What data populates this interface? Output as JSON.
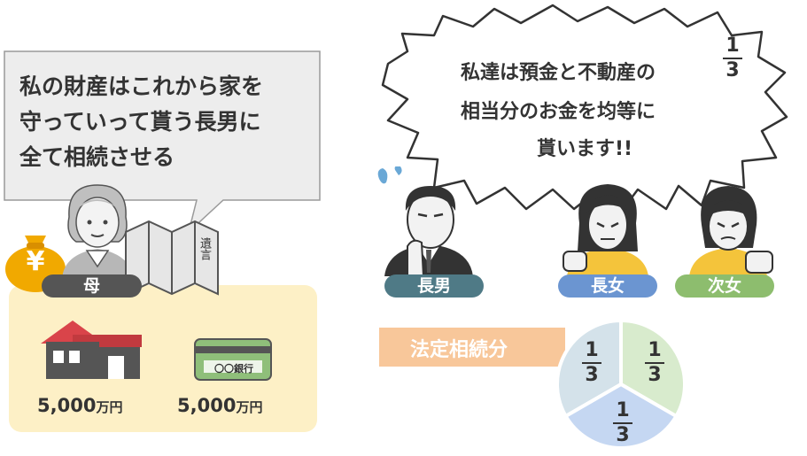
{
  "mother": {
    "speech": [
      "私の財産はこれから家を",
      "守っていって貰う長男に",
      "全て相続させる"
    ],
    "label": "母",
    "will_text": "遺言",
    "money_symbol": "¥"
  },
  "assets": {
    "house_amount": "5,000",
    "house_unit": "万円",
    "bank_name": "〇〇銀行",
    "bank_amount": "5,000",
    "bank_unit": "万円"
  },
  "children_speech": {
    "line1": "私達は預金と不動産の",
    "fraction_num": "1",
    "fraction_den": "3",
    "line2": "相当分のお金を均等に",
    "line3": "貰います!!"
  },
  "children": [
    {
      "label": "長男",
      "color": "#4f7a86"
    },
    {
      "label": "長女",
      "color": "#6b95d1"
    },
    {
      "label": "次女",
      "color": "#8dbd6e"
    }
  ],
  "legal_share": {
    "title": "法定相続分",
    "slices": [
      {
        "num": "1",
        "den": "3",
        "color": "#d4e2ea"
      },
      {
        "num": "1",
        "den": "3",
        "color": "#d8ebcd"
      },
      {
        "num": "1",
        "den": "3",
        "color": "#c5d7f2"
      }
    ]
  }
}
